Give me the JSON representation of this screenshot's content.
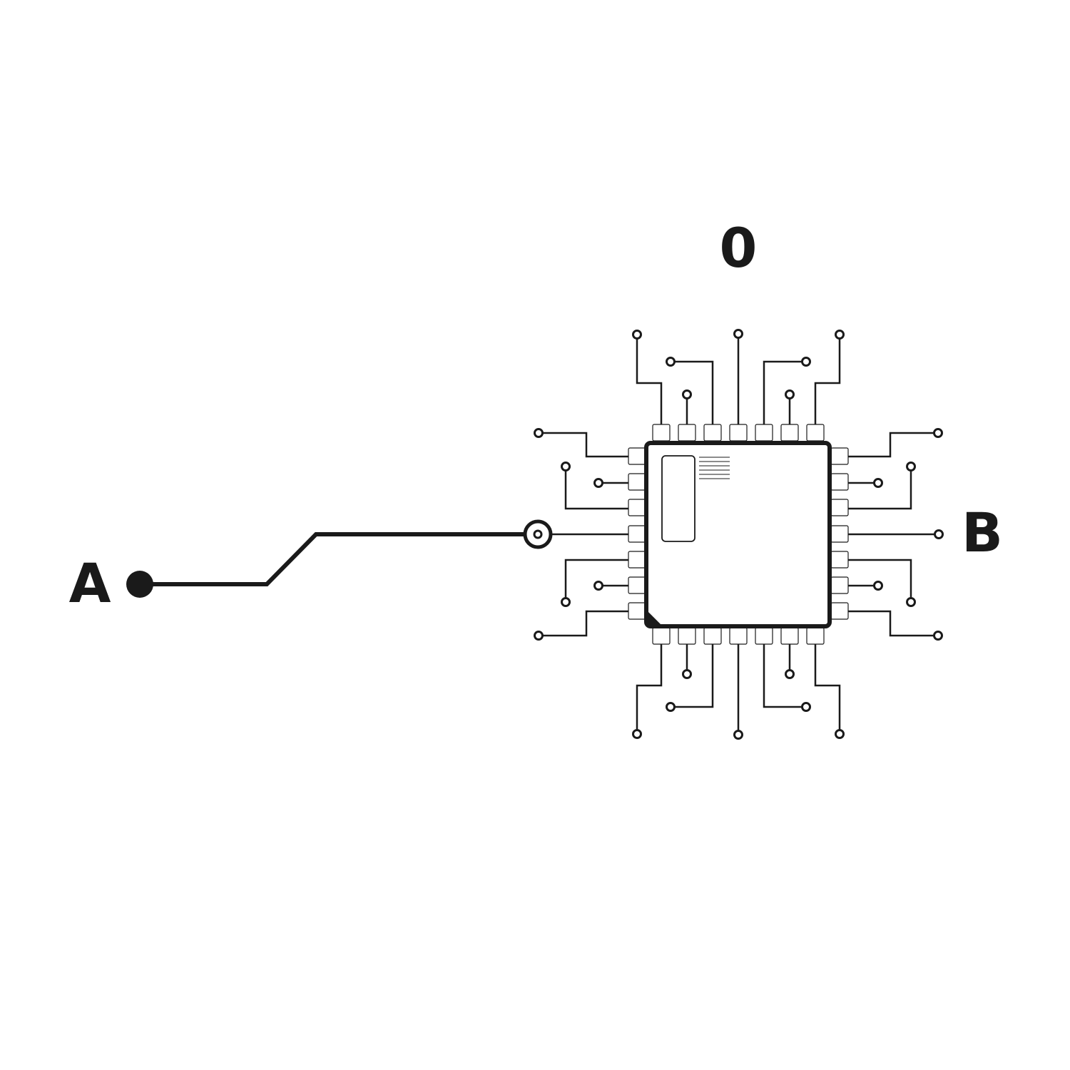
{
  "labels": {
    "a": "A",
    "b": "B",
    "top": "0"
  },
  "colors": {
    "ink": "#1a1a1a",
    "background": "#ffffff"
  },
  "icons": {
    "chip": "microchip-icon",
    "start": "terminal-dot-icon",
    "target": "target-ring-icon"
  }
}
